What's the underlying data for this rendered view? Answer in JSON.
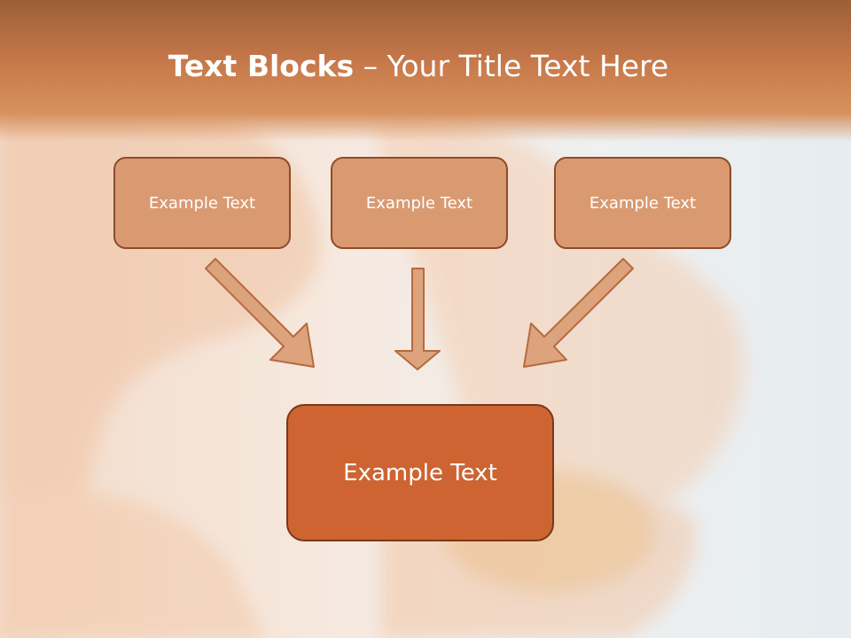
{
  "title": {
    "bold": "Text Blocks",
    "rest": " – Your Title Text Here"
  },
  "blocks": {
    "left": "Example Text",
    "center": "Example Text",
    "right": "Example Text"
  },
  "main_block": "Example Text",
  "colors": {
    "header": "#c7794a",
    "small_box_fill": "#d99a72",
    "small_box_border": "#8e4b28",
    "main_box_fill": "#cd6432",
    "arrow_fill": "#dca37d",
    "arrow_stroke": "#b56a40"
  }
}
